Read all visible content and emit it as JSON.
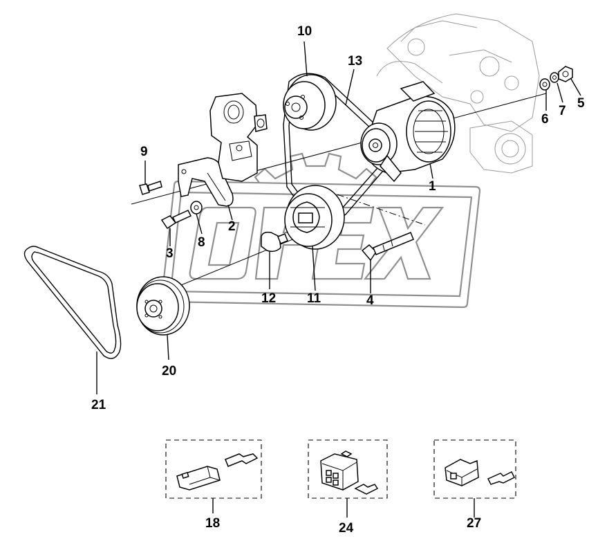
{
  "watermark": {
    "text": "OPEX",
    "color": "#8f8f8f"
  },
  "callouts": [
    {
      "id": "c1",
      "label": "1"
    },
    {
      "id": "c2",
      "label": "2"
    },
    {
      "id": "c3",
      "label": "3"
    },
    {
      "id": "c4",
      "label": "4"
    },
    {
      "id": "c5",
      "label": "5"
    },
    {
      "id": "c6",
      "label": "6"
    },
    {
      "id": "c7",
      "label": "7"
    },
    {
      "id": "c8",
      "label": "8"
    },
    {
      "id": "c9",
      "label": "9"
    },
    {
      "id": "c10",
      "label": "10"
    },
    {
      "id": "c11",
      "label": "11"
    },
    {
      "id": "c12",
      "label": "12"
    },
    {
      "id": "c13",
      "label": "13"
    },
    {
      "id": "c18",
      "label": "18"
    },
    {
      "id": "c20",
      "label": "20"
    },
    {
      "id": "c21",
      "label": "21"
    },
    {
      "id": "c24",
      "label": "24"
    },
    {
      "id": "c27",
      "label": "27"
    }
  ],
  "parts": [
    {
      "ref": "1",
      "name": "alternator"
    },
    {
      "ref": "2",
      "name": "bracket"
    },
    {
      "ref": "3",
      "name": "bolt"
    },
    {
      "ref": "4",
      "name": "bolt"
    },
    {
      "ref": "5",
      "name": "nut"
    },
    {
      "ref": "6",
      "name": "washer"
    },
    {
      "ref": "7",
      "name": "lock-washer"
    },
    {
      "ref": "8",
      "name": "washer"
    },
    {
      "ref": "9",
      "name": "bolt"
    },
    {
      "ref": "10",
      "name": "pulley"
    },
    {
      "ref": "11",
      "name": "pulley"
    },
    {
      "ref": "12",
      "name": "bolt"
    },
    {
      "ref": "13",
      "name": "belt"
    },
    {
      "ref": "18",
      "name": "connector-kit"
    },
    {
      "ref": "20",
      "name": "crank-pulley"
    },
    {
      "ref": "21",
      "name": "belt"
    },
    {
      "ref": "24",
      "name": "connector-kit"
    },
    {
      "ref": "27",
      "name": "connector-kit"
    }
  ]
}
